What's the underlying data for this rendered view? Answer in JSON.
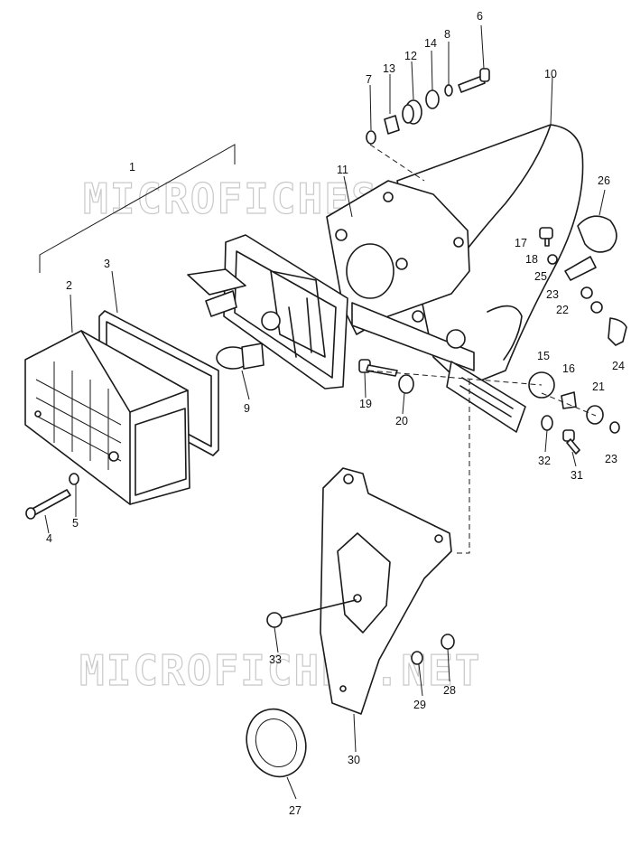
{
  "watermark": [
    "MICROFICHES.NET",
    "MICROFICHES.NET"
  ],
  "parts": [
    {
      "id": "1",
      "label": "1"
    },
    {
      "id": "2",
      "label": "2"
    },
    {
      "id": "3",
      "label": "3"
    },
    {
      "id": "4",
      "label": "4"
    },
    {
      "id": "5",
      "label": "5"
    },
    {
      "id": "6",
      "label": "6"
    },
    {
      "id": "7",
      "label": "7"
    },
    {
      "id": "8",
      "label": "8"
    },
    {
      "id": "9",
      "label": "9"
    },
    {
      "id": "10",
      "label": "10"
    },
    {
      "id": "11",
      "label": "11"
    },
    {
      "id": "12",
      "label": "12"
    },
    {
      "id": "13",
      "label": "13"
    },
    {
      "id": "14",
      "label": "14"
    },
    {
      "id": "15",
      "label": "15"
    },
    {
      "id": "16",
      "label": "16"
    },
    {
      "id": "17",
      "label": "17"
    },
    {
      "id": "18",
      "label": "18"
    },
    {
      "id": "19",
      "label": "19"
    },
    {
      "id": "20",
      "label": "20"
    },
    {
      "id": "21",
      "label": "21"
    },
    {
      "id": "22",
      "label": "22"
    },
    {
      "id": "23a",
      "label": "23"
    },
    {
      "id": "23b",
      "label": "23"
    },
    {
      "id": "24",
      "label": "24"
    },
    {
      "id": "25",
      "label": "25"
    },
    {
      "id": "26",
      "label": "26"
    },
    {
      "id": "27",
      "label": "27"
    },
    {
      "id": "28",
      "label": "28"
    },
    {
      "id": "29",
      "label": "29"
    },
    {
      "id": "30",
      "label": "30"
    },
    {
      "id": "31",
      "label": "31"
    },
    {
      "id": "32",
      "label": "32"
    },
    {
      "id": "33",
      "label": "33"
    }
  ]
}
